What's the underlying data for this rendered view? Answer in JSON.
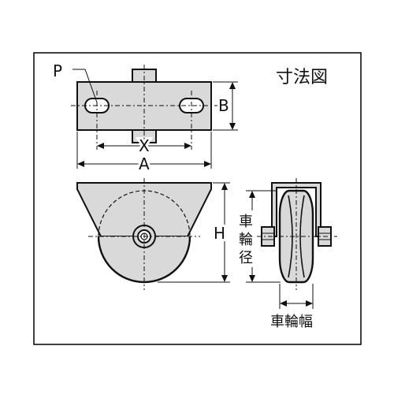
{
  "title": "寸法図",
  "labels": {
    "P": "P",
    "B": "B",
    "X": "X",
    "A": "A",
    "H": "H",
    "wheel_diameter": [
      "車",
      "輪",
      "径"
    ],
    "wheel_width": "車輪幅"
  },
  "colors": {
    "line": "#111111",
    "fill": "#d9d9d9",
    "background": "#ffffff"
  }
}
